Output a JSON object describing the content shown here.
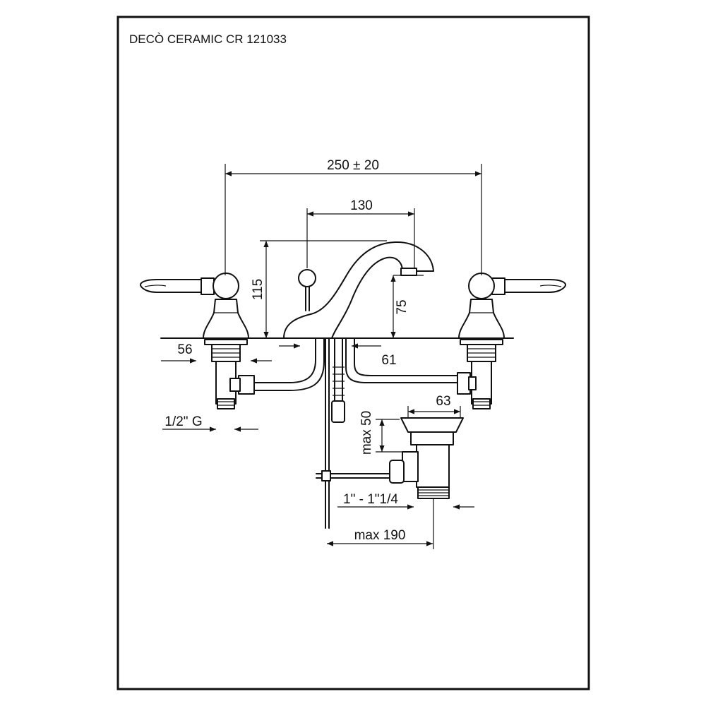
{
  "title": "DECÒ CERAMIC CR 121033",
  "dimensions": {
    "centers": "250 ± 20",
    "spout_reach": "130",
    "height": "115",
    "spout_height": "75",
    "left_offset": "56",
    "right_offset": "61",
    "thread": "1/2\" G",
    "waste_diameter": "63",
    "waste_height": "max 50",
    "waste_thread": "1\" - 1\"1/4",
    "waste_length": "max 190"
  }
}
